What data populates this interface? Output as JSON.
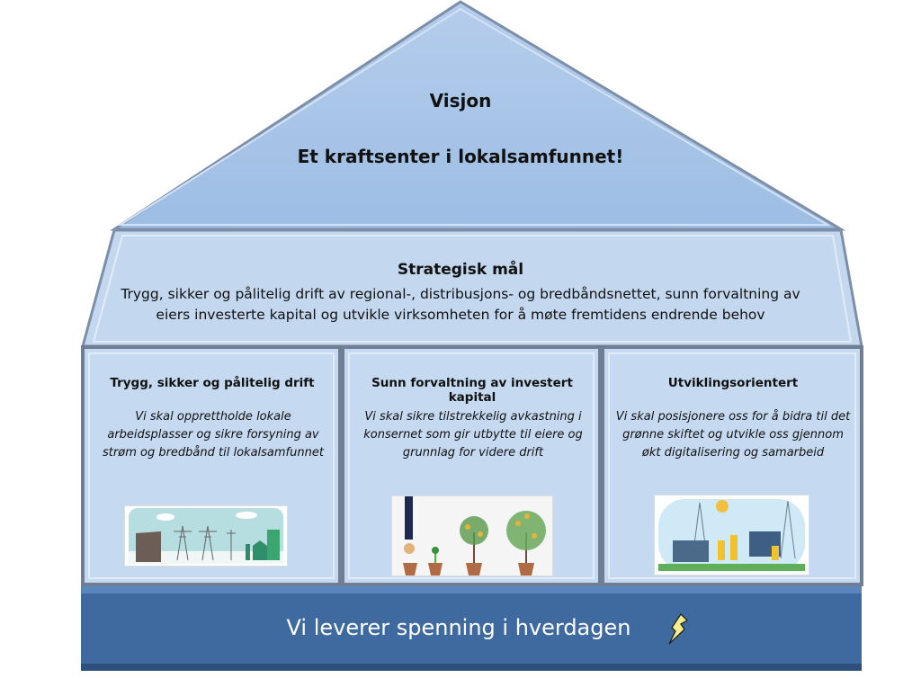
{
  "vision": {
    "title": "Visjon",
    "statement": "Et kraftsenter i lokalsamfunnet!"
  },
  "strategic_goal": {
    "title": "Strategisk mål",
    "text": "Trygg, sikker og pålitelig drift av regional-, distribusjons- og bredbåndsnettet, sunn forvaltning av eiers investerte kapital og utvikle virksomheten for å møte fremtidens endrende behov"
  },
  "pillars": [
    {
      "title": "Trygg, sikker og pålitelig drift",
      "text": "Vi skal opprettholde lokale arbeidsplasser og sikre forsyning av strøm og bredbånd til lokalsamfunnet",
      "image": "power-grid-illustration"
    },
    {
      "title": "Sunn forvaltning av investert kapital",
      "text": "Vi skal sikre tilstrekkelig avkastning i konsernet som gir utbytte til eiere og grunnlag for videre drift",
      "image": "money-plants-illustration"
    },
    {
      "title": "Utviklingsorientert",
      "text": "Vi skal posisjonere oss for å bidra til det grønne skiftet og utvikle oss gjennom økt digitalisering og samarbeid",
      "image": "green-workers-illustration"
    }
  ],
  "base": {
    "text": "Vi leverer spenning i hverdagen",
    "icon": "lightning-bolt-icon"
  },
  "colors": {
    "roof": "#a4c2e6",
    "light": "#c5d9f1",
    "edge": "#7f8ea3",
    "base": "#3f6aa0"
  }
}
